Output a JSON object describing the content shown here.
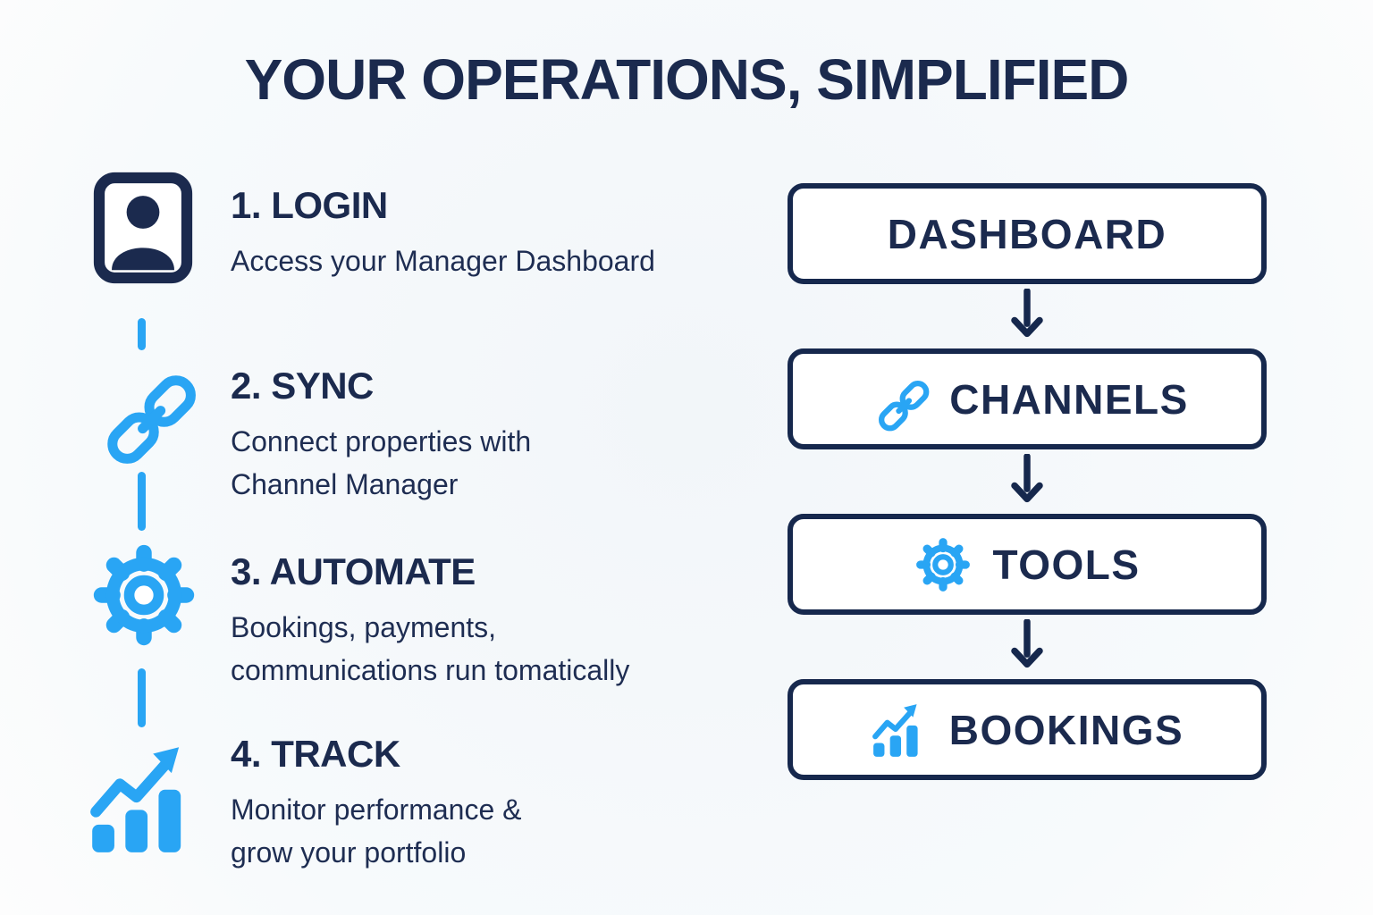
{
  "title": "YOUR OPERATIONS, SIMPLIFIED",
  "steps": [
    {
      "title": "1. LOGIN",
      "description_lines": [
        "Access your Manager Dashboard",
        ""
      ],
      "icon": "id-card-icon"
    },
    {
      "title": "2. SYNC",
      "description_lines": [
        "Connect properties with",
        "Channel Manager"
      ],
      "icon": "link-icon"
    },
    {
      "title": "3. AUTOMATE",
      "description_lines": [
        "Bookings, payments,",
        "communications run tomatically"
      ],
      "icon": "gear-icon"
    },
    {
      "title": "4. TRACK",
      "description_lines": [
        "Monitor performance &",
        "grow your portfolio"
      ],
      "icon": "bar-chart-growth-icon"
    }
  ],
  "flowchart": {
    "nodes": [
      {
        "label": "DASHBOARD",
        "icon": ""
      },
      {
        "label": "CHANNELS",
        "icon": "link-icon"
      },
      {
        "label": "TOOLS",
        "icon": "gear-icon"
      },
      {
        "label": "BOOKINGS",
        "icon": "bar-chart-growth-icon"
      }
    ],
    "connector_icon": "arrow-down-icon"
  },
  "colors": {
    "navy": "#1b2a4e",
    "accent_blue": "#29a5f4",
    "background": "#f4f7f9",
    "node_fill": "#ffffff"
  }
}
